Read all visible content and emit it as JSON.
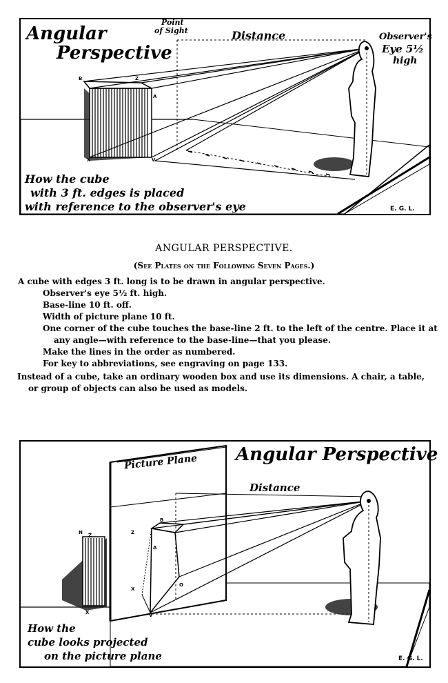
{
  "plate_top": {
    "title_line1": "Angular",
    "title_line2": "Perspective",
    "point_of_sight_1": "Point",
    "point_of_sight_2": "of Sight",
    "distance": "Distance",
    "observer_1": "Observer's",
    "observer_2": "Eye 5½",
    "observer_3": "high",
    "caption_1": "How the cube",
    "caption_2": "with 3 ft. edges is placed",
    "caption_3": "with reference to the observer's eye",
    "signature": "E. G. L.",
    "labels": [
      "B",
      "Z",
      "A",
      "X",
      "V"
    ]
  },
  "text": {
    "heading": "ANGULAR PERSPECTIVE.",
    "subheading": "(See Plates on the Following Seven Pages.)",
    "lines": [
      "A cube with edges 3 ft. long is to be drawn in angular perspective.",
      "Observer's eye 5½ ft. high.",
      "Base-line 10 ft. off.",
      "Width of picture plane 10 ft.",
      "One corner of the cube touches the base-line 2 ft. to the left of the centre.   Place it at any angle—with reference to the base-line—that you please.",
      "Make the lines in the order as numbered.",
      "For key to abbreviations, see engraving on page 133.",
      "Instead of a cube, take an ordinary wooden box and use its dimensions.   A chair, a table, or group of objects can also be used as models."
    ]
  },
  "plate_bottom": {
    "title": "Angular Perspective",
    "picture_plane": "Picture Plane",
    "distance": "Distance",
    "caption_1": "How the",
    "caption_2": "cube looks projected",
    "caption_3": "on the picture plane",
    "signature": "E. G. L.",
    "labels": [
      "N",
      "Z",
      "B",
      "Z",
      "A",
      "X",
      "X",
      "V",
      "O"
    ]
  }
}
